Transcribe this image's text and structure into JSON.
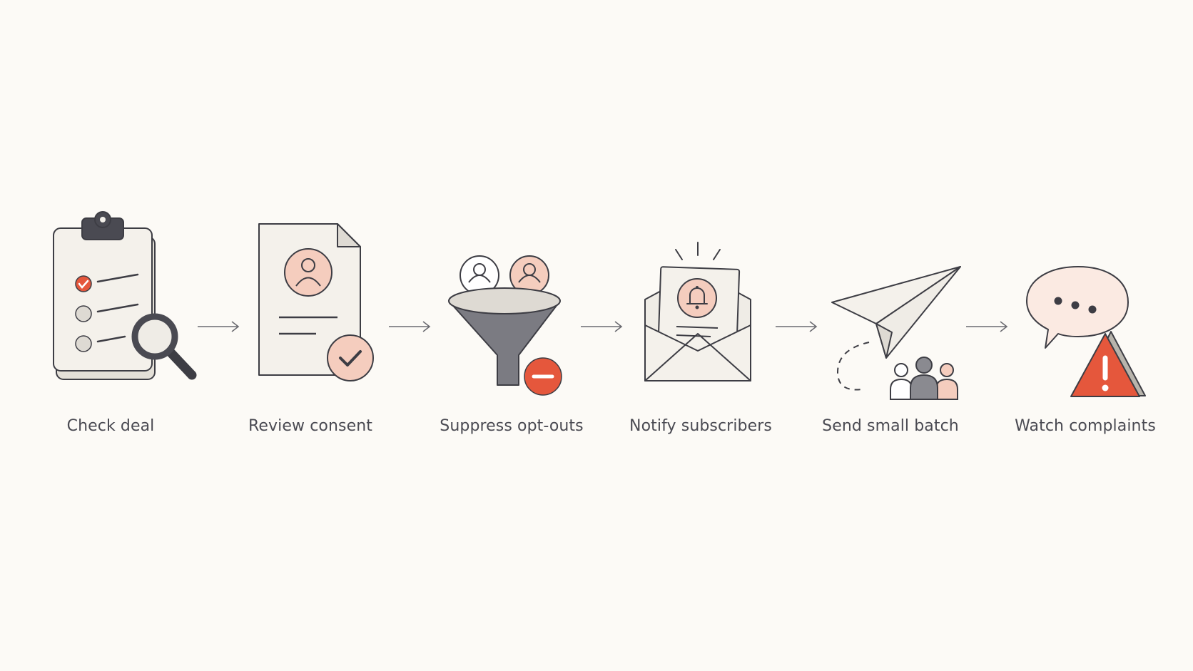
{
  "colors": {
    "background": "#fcfaf6",
    "outline": "#3d3d44",
    "paper": "#f4f1eb",
    "accent_red": "#e5573c",
    "accent_peach": "#f5cdbe",
    "dark_gray": "#5e5e66",
    "mid_gray": "#8a8a90",
    "light_gray": "#dedad3"
  },
  "steps": [
    {
      "label": "Check deal",
      "icon": "clipboard-magnifier-icon"
    },
    {
      "label": "Review consent",
      "icon": "document-person-check-icon"
    },
    {
      "label": "Suppress opt-outs",
      "icon": "funnel-minus-icon"
    },
    {
      "label": "Notify subscribers",
      "icon": "envelope-bell-icon"
    },
    {
      "label": "Send small batch",
      "icon": "paper-plane-group-icon"
    },
    {
      "label": "Watch complaints",
      "icon": "chat-warning-icon"
    }
  ]
}
